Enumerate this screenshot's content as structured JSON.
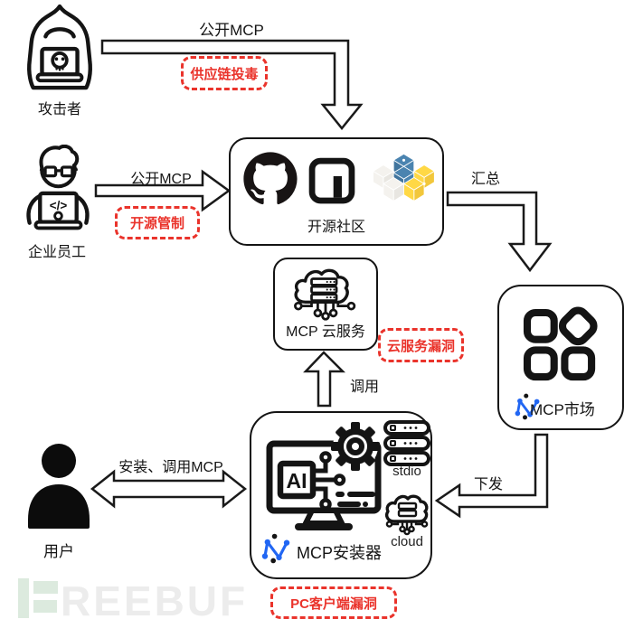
{
  "colors": {
    "outline": "#141414",
    "risk_red": "#ea332b",
    "brand_blue": "#2166f3",
    "pypi_blue": "#4b84b0",
    "pypi_yellow": "#ffd845",
    "watermark_green": "#dceade",
    "watermark_gray": "#ececec"
  },
  "actors": {
    "attacker": {
      "label": "攻击者"
    },
    "employee": {
      "label": "企业员工",
      "code_symbol": "</>"
    },
    "user": {
      "label": "用户"
    }
  },
  "nodes": {
    "opensource": {
      "label": "开源社区"
    },
    "cloud_service": {
      "label": "MCP 云服务"
    },
    "market": {
      "label": "MCP市场"
    },
    "installer": {
      "label": "MCP安装器",
      "ai_text": "AI",
      "stdio_label": "stdio",
      "cloud_label": "cloud"
    }
  },
  "flows": {
    "attacker_publish": "公开MCP",
    "employee_publish": "公开MCP",
    "aggregate": "汇总",
    "invoke": "调用",
    "distribute": "下发",
    "install_invoke": "安装、调用MCP"
  },
  "risks": {
    "supply_chain_poisoning": "供应链投毒",
    "opensource_control": "开源管制",
    "cloud_service_vuln": "云服务漏洞",
    "pc_client_vuln": "PC客户端漏洞"
  },
  "watermark": {
    "text": "REEBUF"
  }
}
